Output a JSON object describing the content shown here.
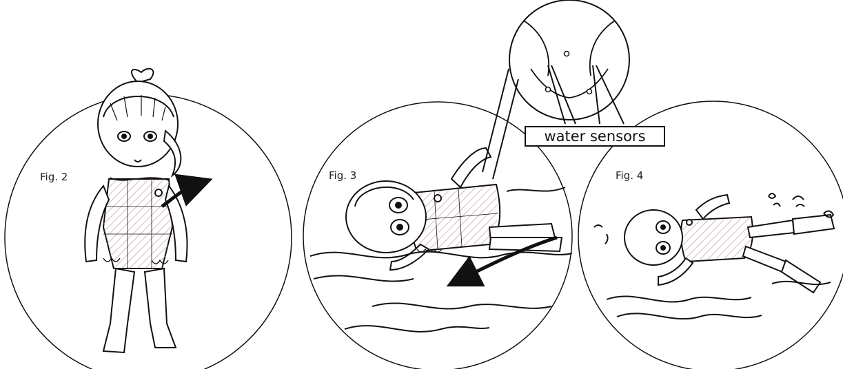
{
  "figures": [
    {
      "label": "Fig. 2"
    },
    {
      "label": "Fig. 3"
    },
    {
      "label": "Fig. 4"
    }
  ],
  "callout": {
    "label": "water sensors"
  },
  "colors": {
    "line": "#111111",
    "stripe": "#c9a0a8",
    "background": "#ffffff"
  }
}
